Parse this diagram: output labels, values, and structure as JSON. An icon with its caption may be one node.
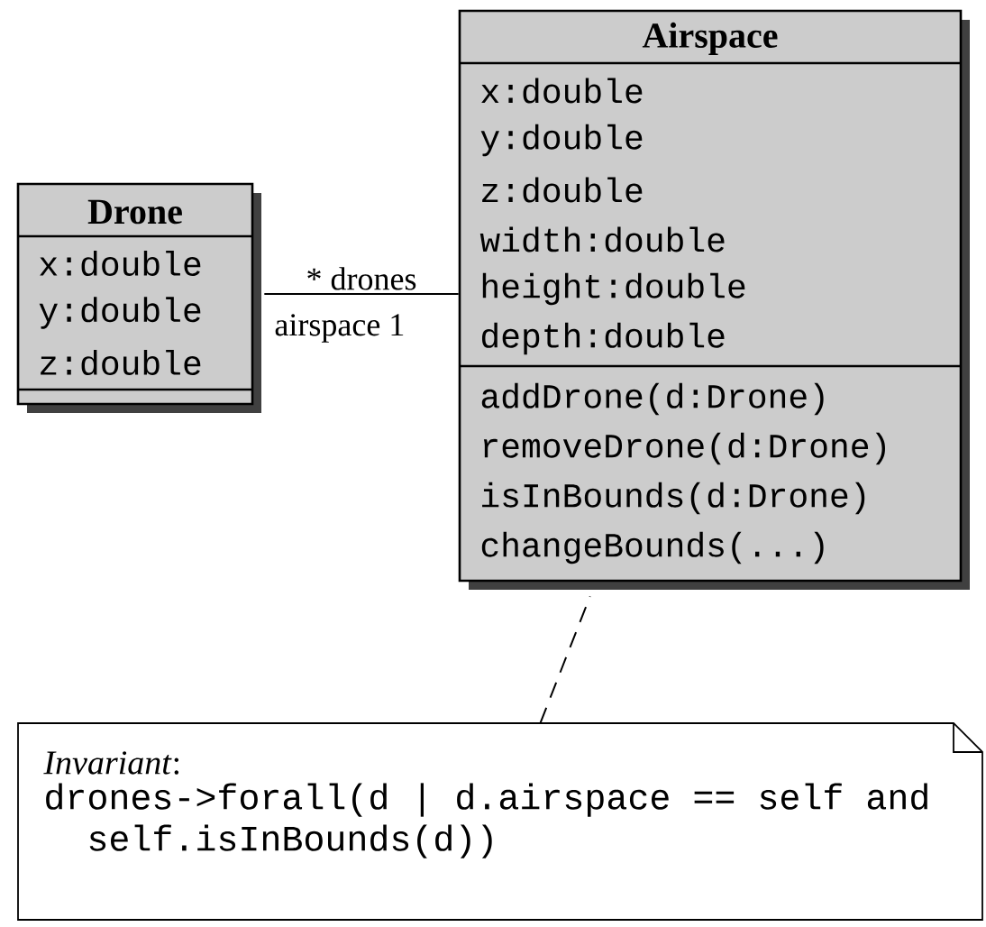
{
  "diagram": {
    "nodes": [
      {
        "text": [
          "Drone",
          "x:double",
          "y:double",
          "z:double"
        ]
      },
      {
        "text": [
          "Airspace",
          "x:double",
          "y:double",
          "z:double",
          "width:double",
          "height:double",
          "depth:double",
          "addDrone(d:Drone)",
          "removeDrone(d:Drone)",
          "isInBounds(d:Drone)",
          "changeBounds(...)"
        ]
      },
      {
        "text": [
          "*Invariant*:",
          "drones->forall(d | d.airspace == self and self.isInBounds(d))"
        ]
      }
    ],
    "edges": [
      {
        "from": 0,
        "to": 1,
        "arrow": "none",
        "label": "* drones"
      },
      {
        "from": 2,
        "to": 1,
        "arrow": "none",
        "style": "dashed"
      }
    ],
    "labels": [
      "airspace 1"
    ]
  }
}
